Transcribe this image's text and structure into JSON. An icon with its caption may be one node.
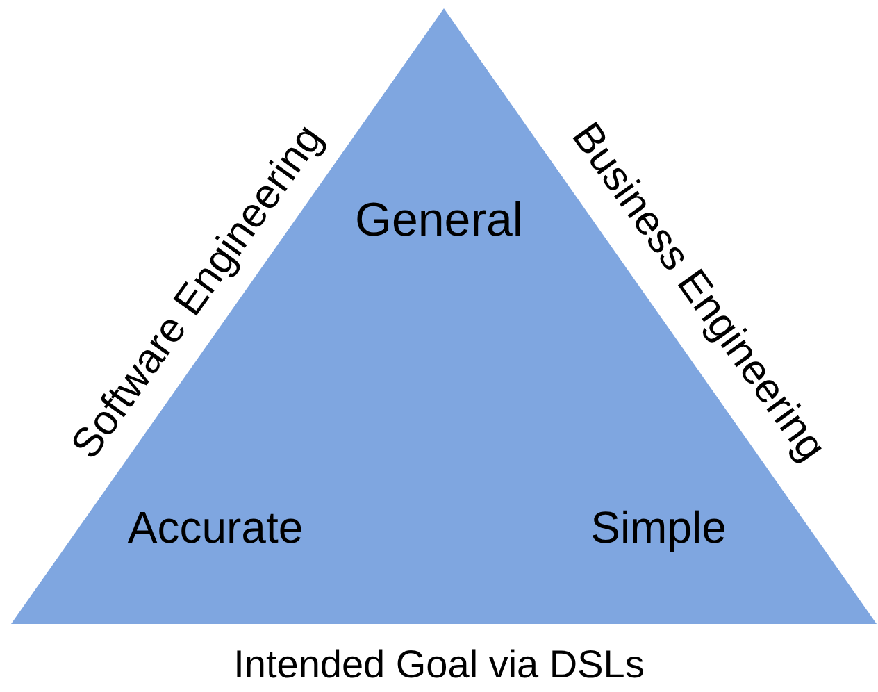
{
  "diagram": {
    "nodes": [
      {
        "text": [
          "General",
          "Accurate",
          "Simple"
        ],
        "beside": [
          "Software Engineering",
          "Business Engineering",
          "Intended Goal via DSLs"
        ]
      }
    ]
  }
}
